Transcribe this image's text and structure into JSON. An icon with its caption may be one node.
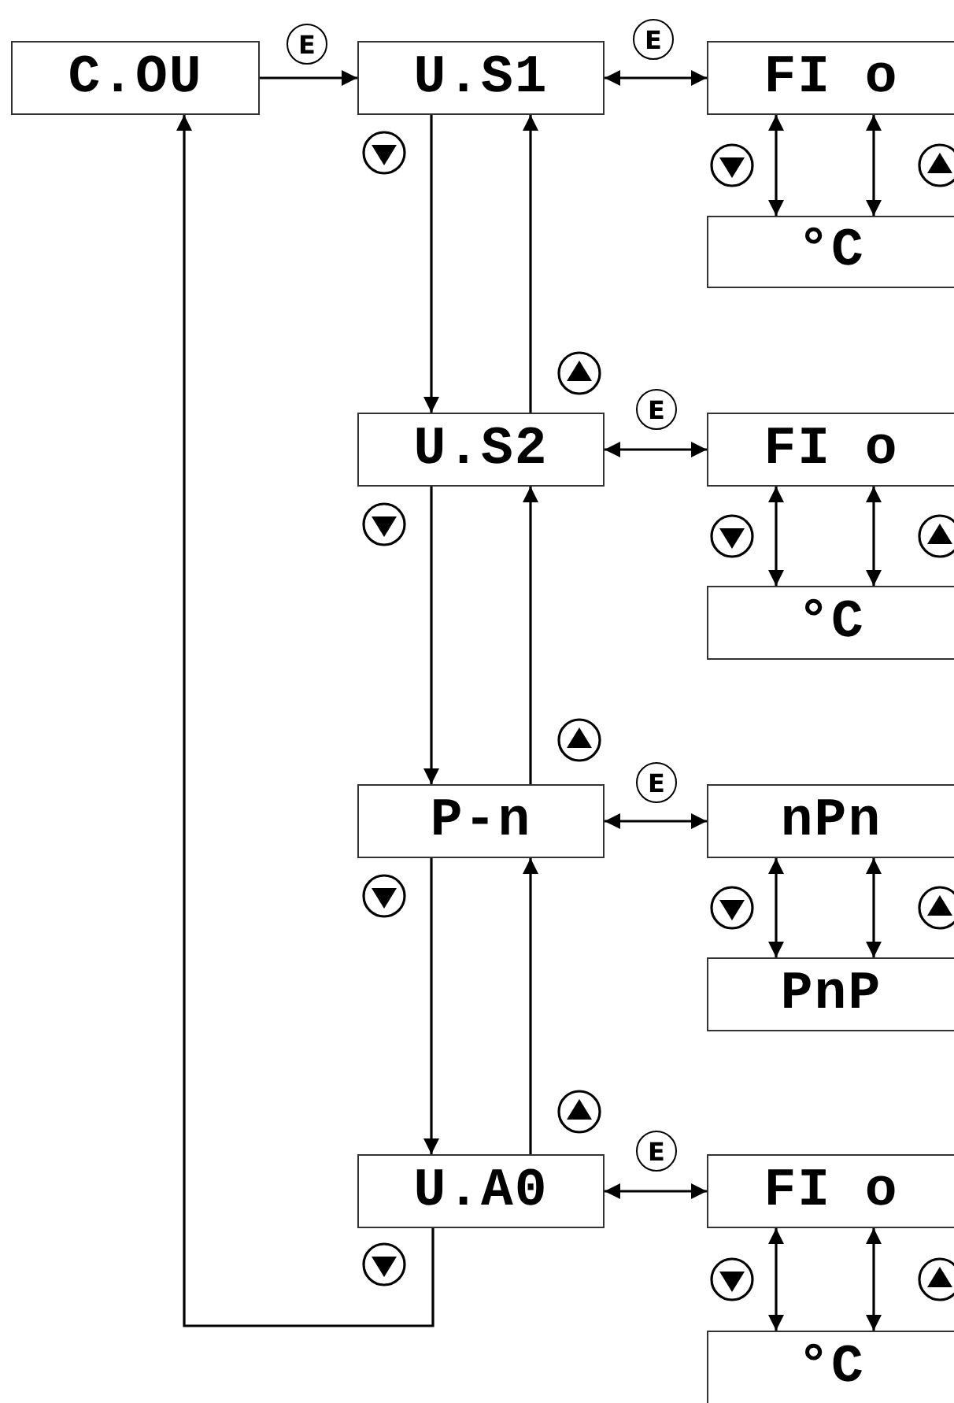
{
  "diagram": {
    "nodes": [
      {
        "text": [
          "C.OU"
        ]
      },
      {
        "text": [
          "U.S1"
        ]
      },
      {
        "text": [
          "FI o"
        ]
      },
      {
        "text": [
          "°C"
        ]
      },
      {
        "text": [
          "U.S2"
        ]
      },
      {
        "text": [
          "FI o"
        ]
      },
      {
        "text": [
          "°C"
        ]
      },
      {
        "text": [
          "P-n"
        ]
      },
      {
        "text": [
          "nPn"
        ]
      },
      {
        "text": [
          "PnP"
        ]
      },
      {
        "text": [
          "U.A0"
        ]
      },
      {
        "text": [
          "FI o"
        ]
      },
      {
        "text": [
          "°C"
        ]
      }
    ],
    "edges": [
      {
        "from": 0,
        "to": 1,
        "arrow": "to",
        "label": "E"
      },
      {
        "from": 1,
        "to": 2,
        "arrow": "both",
        "label": "E"
      },
      {
        "from": 2,
        "to": 3,
        "arrow": "both"
      },
      {
        "from": 2,
        "to": 3,
        "arrow": "both"
      },
      {
        "from": 1,
        "to": 4,
        "arrow": "to"
      },
      {
        "from": 4,
        "to": 1,
        "arrow": "to"
      },
      {
        "from": 4,
        "to": 5,
        "arrow": "both",
        "label": "E"
      },
      {
        "from": 5,
        "to": 6,
        "arrow": "both"
      },
      {
        "from": 5,
        "to": 6,
        "arrow": "both"
      },
      {
        "from": 4,
        "to": 7,
        "arrow": "to"
      },
      {
        "from": 7,
        "to": 4,
        "arrow": "to"
      },
      {
        "from": 7,
        "to": 8,
        "arrow": "both",
        "label": "E"
      },
      {
        "from": 8,
        "to": 9,
        "arrow": "both"
      },
      {
        "from": 8,
        "to": 9,
        "arrow": "both"
      },
      {
        "from": 7,
        "to": 10,
        "arrow": "to"
      },
      {
        "from": 10,
        "to": 7,
        "arrow": "to"
      },
      {
        "from": 10,
        "to": 11,
        "arrow": "both",
        "label": "E"
      },
      {
        "from": 11,
        "to": 12,
        "arrow": "both"
      },
      {
        "from": 11,
        "to": 12,
        "arrow": "both"
      },
      {
        "from": 10,
        "to": 0,
        "arrow": "to"
      }
    ]
  }
}
